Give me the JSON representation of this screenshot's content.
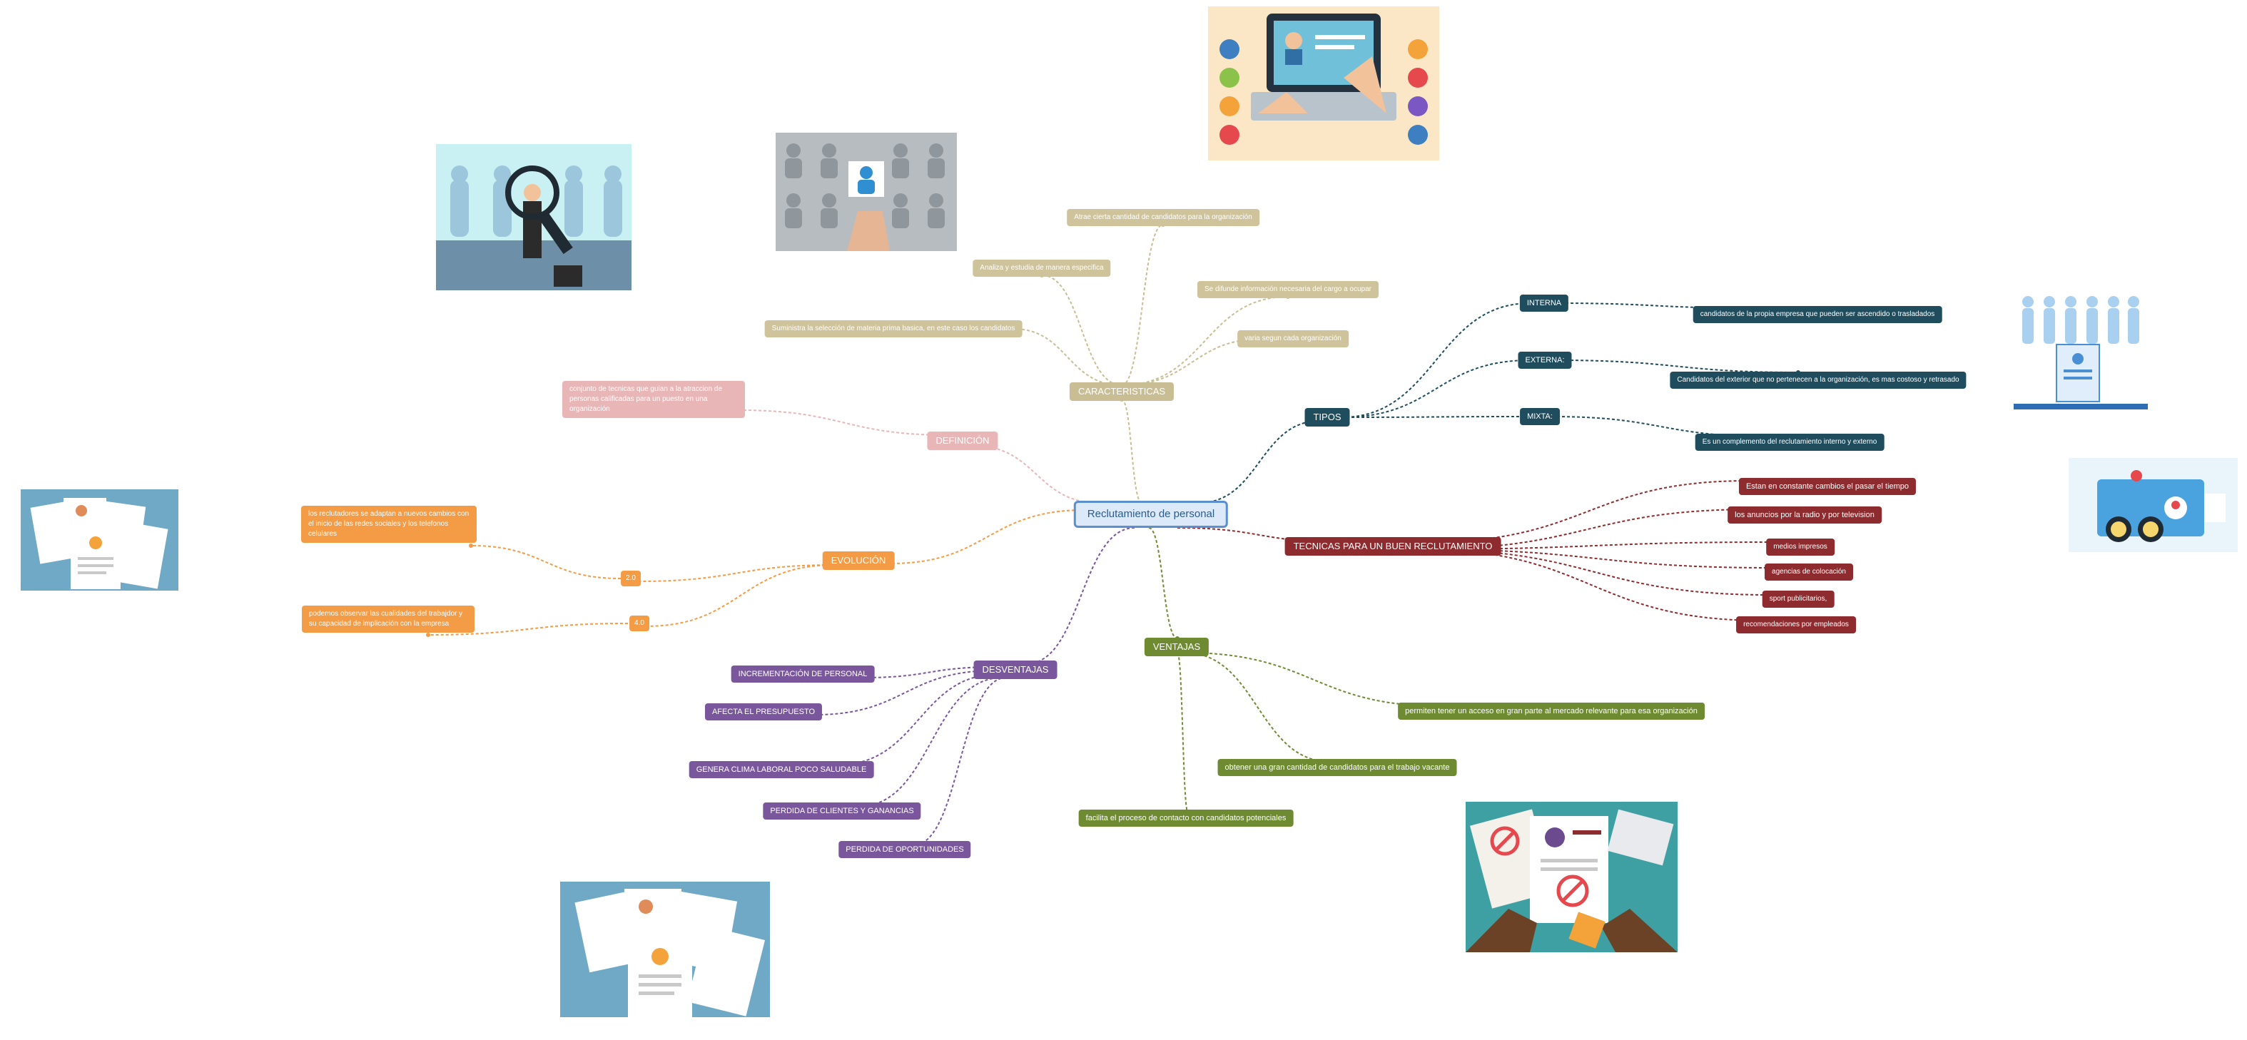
{
  "colors": {
    "root": "#5b8fcf",
    "caracteristicas": "#c9bd93",
    "tipos": "#1f4d5e",
    "tecnicas": "#8e2b2f",
    "ventajas": "#6f8b32",
    "desventajas": "#7a579c",
    "evolucion": "#f39b45",
    "definicion": "#e9b6b8"
  },
  "root": {
    "label": "Reclutamiento de personal"
  },
  "caracteristicas": {
    "label": "CARACTERISTICAS",
    "items": [
      "Atrae cierta cantidad de candidatos para la organización",
      "Analiza y estudia de manera especifica",
      "Se difunde información necesaria del cargo a ocupar",
      "Suministra la selección de materia prima basica, en este caso los candidatos",
      "varia segun cada organización"
    ]
  },
  "definicion": {
    "label": "DEFINICIÓN",
    "detail": "conjunto de tecnicas que guian a la atraccion de personas calificadas para un puesto en una organización"
  },
  "tipos": {
    "label": "TIPOS",
    "items": [
      {
        "label": "INTERNA",
        "detail": "candidatos de la propia empresa que pueden ser ascendido o trasladados"
      },
      {
        "label": "EXTERNA:",
        "detail": "Candidatos del exterior que no pertenecen a la organización, es mas costoso y retrasado"
      },
      {
        "label": "MIXTA:",
        "detail": "Es un complemento del reclutamiento interno y externo"
      }
    ]
  },
  "tecnicas": {
    "label": "TECNICAS PARA UN BUEN RECLUTAMIENTO",
    "items": [
      "Estan en constante cambios el pasar el tiempo",
      "los anuncios por la radio y por television",
      "medios impresos",
      "agencias de colocación",
      "sport publicitarios,",
      "recomendaciones por empleados"
    ]
  },
  "evolucion": {
    "label": "EVOLUCIÓN",
    "items": [
      {
        "label": "2.0",
        "detail": "los reclutadores se adaptan a nuevos cambios con el inicio de las redes sociales y los telefonos celulares"
      },
      {
        "label": "4.0",
        "detail": "podemos observar las cualidades del trabajdor y su capacidad de implicación con la empresa"
      }
    ]
  },
  "ventajas": {
    "label": "VENTAJAS",
    "items": [
      "permiten tener un acceso en gran parte al mercado relevante para esa organización",
      "obtener una gran cantidad de candidatos para el trabajo vacante",
      "facilita el proceso de contacto con candidatos potenciales"
    ]
  },
  "desventajas": {
    "label": "DESVENTAJAS",
    "items": [
      "INCREMENTACIÓN DE PERSONAL",
      "AFECTA EL PRESUPUESTO",
      "GENERA CLIMA LABORAL POCO SALUDABLE",
      "PERDIDA DE CLIENTES Y GANANCIAS",
      "PERDIDA DE OPORTUNIDADES"
    ]
  },
  "images": {
    "online_interview": "laptop-video-interview-illustration",
    "magnifier": "magnifier-candidate-illustration",
    "puzzle": "puzzle-people-illustration",
    "resumes_left": "resume-stack-illustration",
    "resumes_bottom": "resume-stack-illustration",
    "blue_people": "blue-people-resume-illustration",
    "binoculars": "binoculars-search-illustration",
    "rejected_cv": "rejected-cv-illustration"
  }
}
